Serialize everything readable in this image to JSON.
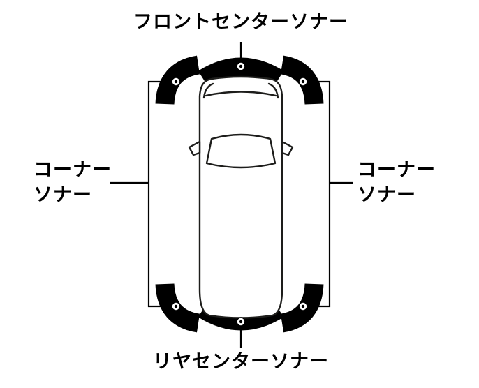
{
  "page": {
    "background": "#ffffff",
    "description_icon": "car-top-view-icon"
  },
  "labels": {
    "front_center": "フロントセンターソナー",
    "rear_center": "リヤセンターソナー",
    "left_corner": {
      "line1": "コーナー",
      "line2": "ソナー"
    },
    "right_corner": {
      "line1": "コーナー",
      "line2": "ソナー"
    }
  },
  "colors": {
    "sonar_zone": "#000000",
    "leader_line": "#000000",
    "car_outline": "#1d1d1b",
    "text": "#000000",
    "marker_fill": "#ffffff",
    "marker_dot": "#000000"
  }
}
